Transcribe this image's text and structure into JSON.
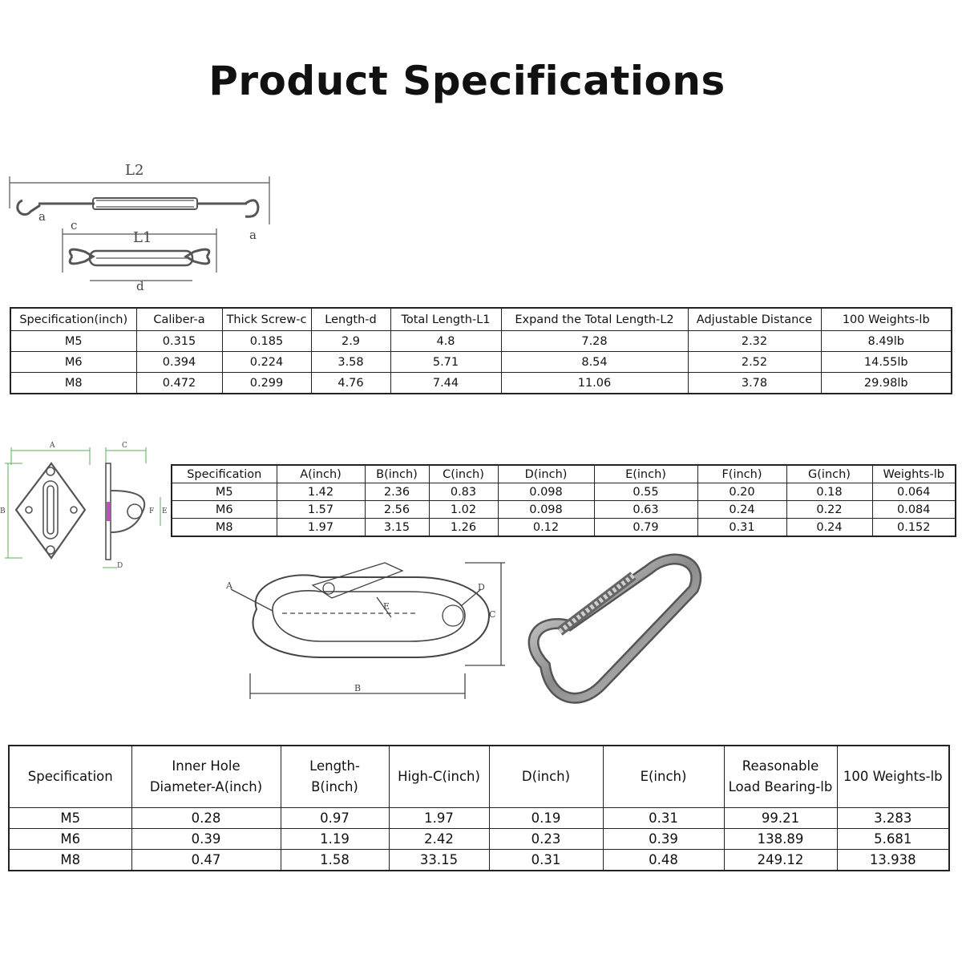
{
  "page": {
    "title": "Product Specifications"
  },
  "figure1": {
    "labels": {
      "l2": "L2",
      "l1": "L1",
      "a_left": "a",
      "a_right": "a",
      "c": "c",
      "d": "d"
    }
  },
  "figure2": {
    "labels": {
      "a": "A",
      "b": "B",
      "c": "C",
      "d": "D",
      "e": "E",
      "f": "F"
    }
  },
  "figure3": {
    "labels": {
      "a": "A",
      "b": "B",
      "c": "C",
      "d": "D",
      "e": "E"
    }
  },
  "turnbuckle_table": {
    "headers": [
      "Specification(inch)",
      "Caliber-a",
      "Thick Screw-c",
      "Length-d",
      "Total Length-L1",
      "Expand the Total Length-L2",
      "Adjustable Distance",
      "100 Weights-lb"
    ],
    "rows": [
      [
        "M5",
        "0.315",
        "0.185",
        "2.9",
        "4.8",
        "7.28",
        "2.32",
        "8.49lb"
      ],
      [
        "M6",
        "0.394",
        "0.224",
        "3.58",
        "5.71",
        "8.54",
        "2.52",
        "14.55lb"
      ],
      [
        "M8",
        "0.472",
        "0.299",
        "4.76",
        "7.44",
        "11.06",
        "3.78",
        "29.98lb"
      ]
    ]
  },
  "pad_eye_table": {
    "headers": [
      "Specification",
      "A(inch)",
      "B(inch)",
      "C(inch)",
      "D(inch)",
      "E(inch)",
      "F(inch)",
      "G(inch)",
      "Weights-lb"
    ],
    "rows": [
      [
        "M5",
        "1.42",
        "2.36",
        "0.83",
        "0.098",
        "0.55",
        "0.20",
        "0.18",
        "0.064"
      ],
      [
        "M6",
        "1.57",
        "2.56",
        "1.02",
        "0.098",
        "0.63",
        "0.24",
        "0.22",
        "0.084"
      ],
      [
        "M8",
        "1.97",
        "3.15",
        "1.26",
        "0.12",
        "0.79",
        "0.31",
        "0.24",
        "0.152"
      ]
    ]
  },
  "snap_hook_table": {
    "headers": [
      "Specification",
      "Inner Hole Diameter-A(inch)",
      "Length-B(inch)",
      "High-C(inch)",
      "D(inch)",
      "E(inch)",
      "Reasonable Load Bearing-lb",
      "100 Weights-lb"
    ],
    "rows": [
      [
        "M5",
        "0.28",
        "0.97",
        "1.97",
        "0.19",
        "0.31",
        "99.21",
        "3.283"
      ],
      [
        "M6",
        "0.39",
        "1.19",
        "2.42",
        "0.23",
        "0.39",
        "138.89",
        "5.681"
      ],
      [
        "M8",
        "0.47",
        "1.58",
        "33.15",
        "0.31",
        "0.48",
        "249.12",
        "13.938"
      ]
    ]
  }
}
